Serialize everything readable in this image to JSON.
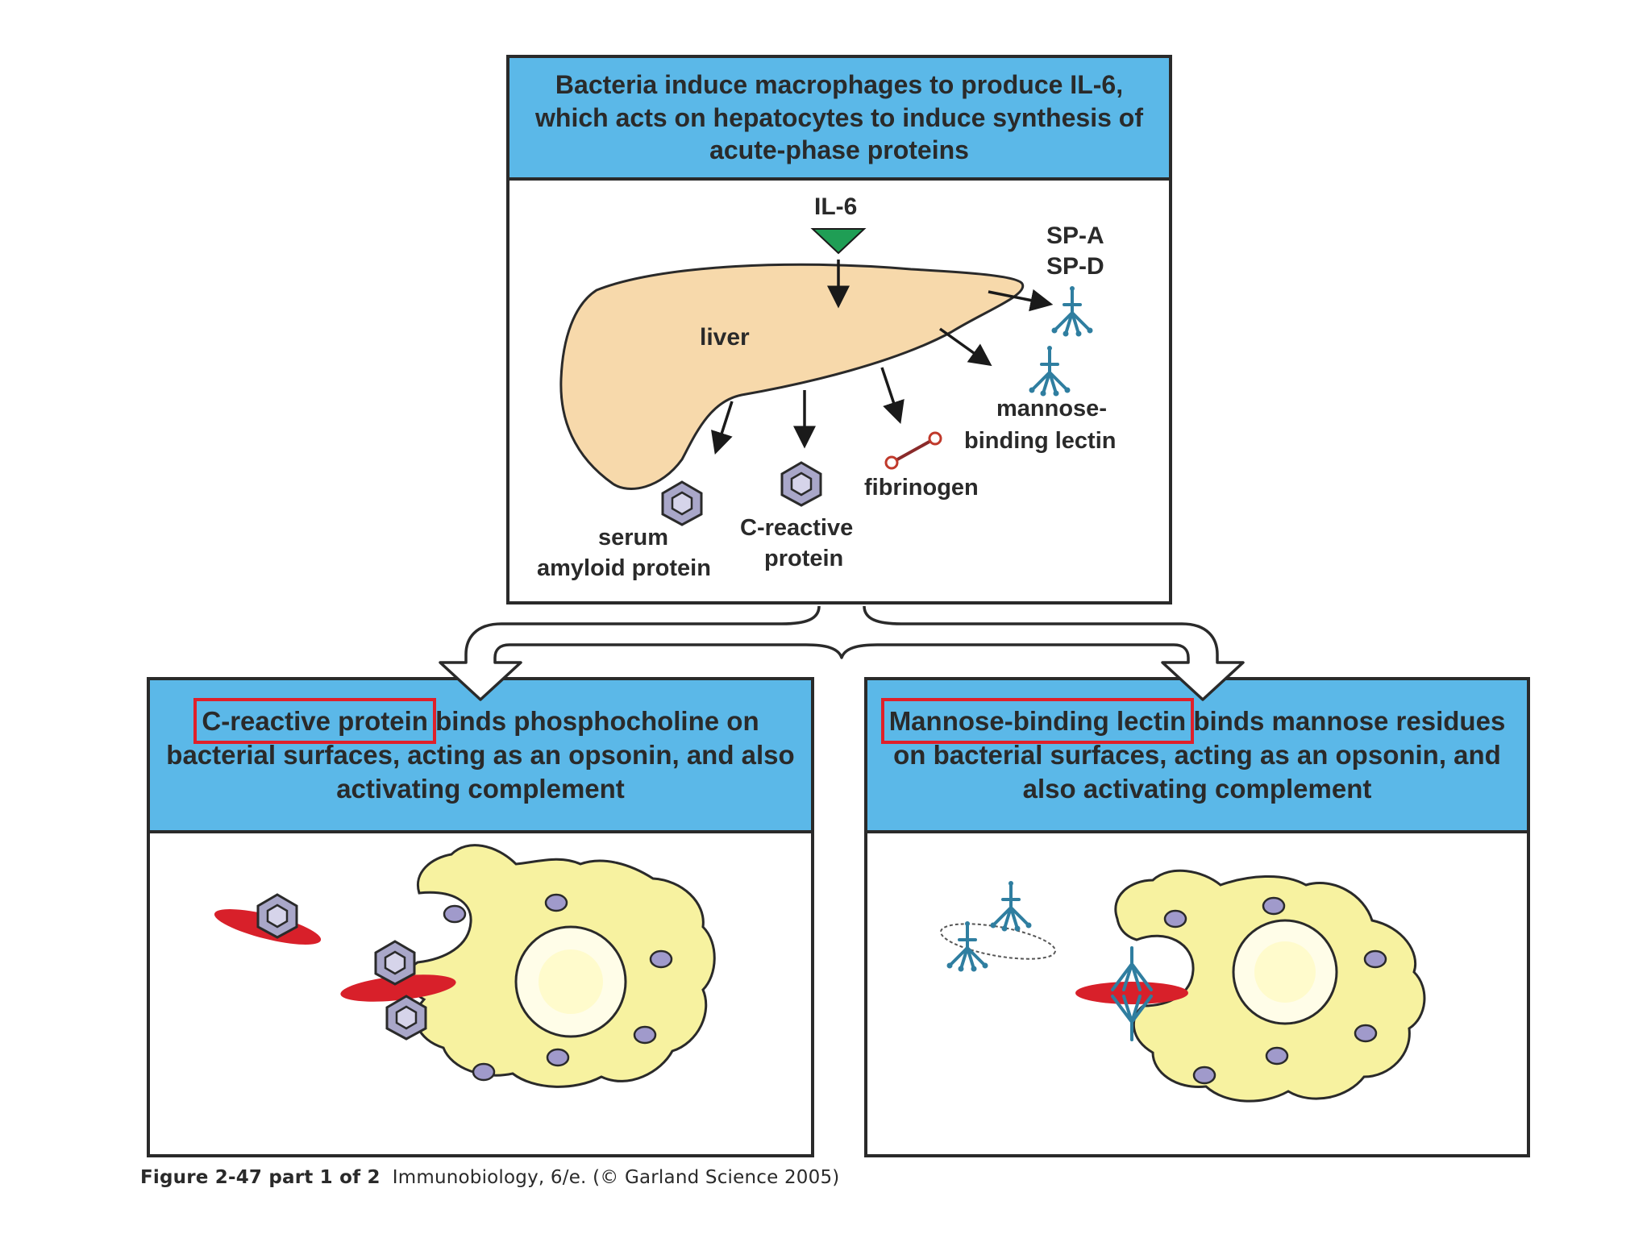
{
  "top_panel": {
    "header": "Bacteria induce macrophages to produce IL-6, which acts on hepatocytes to induce synthesis of acute-phase proteins",
    "il6_label": "IL-6",
    "liver_label": "liver",
    "spa_label": "SP-A",
    "spd_label": "SP-D",
    "mbl_label_1": "mannose-",
    "mbl_label_2": "binding lectin",
    "fibrinogen_label": "fibrinogen",
    "crp_label_1": "C-reactive",
    "crp_label_2": "protein",
    "sap_label_1": "serum",
    "sap_label_2": "amyloid protein"
  },
  "left_panel": {
    "highlight": "C-reactive protein",
    "header_rest": " binds phosphocholine on bacterial surfaces, acting as an opsonin, and also activating complement"
  },
  "right_panel": {
    "highlight": "Mannose-binding lectin",
    "header_rest": " binds mannose residues on bacterial surfaces, acting as an opsonin, and also activating complement"
  },
  "caption": {
    "figure": "Figure 2-47 part 1 of 2",
    "source": "Immunobiology, 6/e. (© Garland Science 2005)"
  },
  "colors": {
    "header_blue": "#5bb8e8",
    "liver": "#f7d9ab",
    "macrophage": "#f7f2a0",
    "bacterium": "#d8202a",
    "il6": "#1f9e55",
    "lectin": "#2f7ea0",
    "nucleus_spot": "#a09acb",
    "highlight_box": "#e0202a"
  }
}
